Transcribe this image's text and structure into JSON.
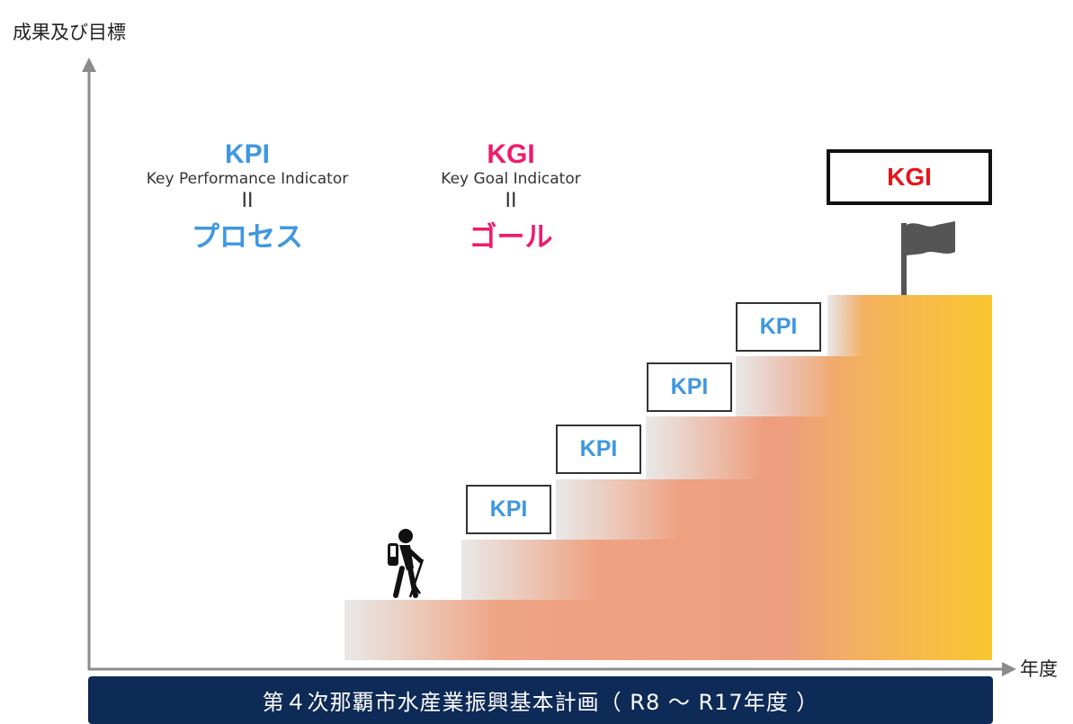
{
  "axes": {
    "y_label": "成果及び目標",
    "x_label": "年度"
  },
  "kpi_legend": {
    "title": "KPI",
    "subtitle": "Key Performance Indicator",
    "equals": "II",
    "meaning": "プロセス"
  },
  "kgi_legend": {
    "title": "KGI",
    "subtitle": "Key Goal Indicator",
    "equals": "II",
    "meaning": "ゴール"
  },
  "steps": [
    {
      "label": "KPI"
    },
    {
      "label": "KPI"
    },
    {
      "label": "KPI"
    },
    {
      "label": "KPI"
    }
  ],
  "goal": {
    "label": "KGI"
  },
  "icons": [
    "hiker-icon",
    "flag-icon"
  ],
  "banner": {
    "text": "第４次那覇市水産業振興基本計画（ R8 ～ R17年度 ）"
  },
  "colors": {
    "kpi_blue": "#3f97e0",
    "kgi_pink": "#ee1b6e",
    "kgi_red": "#e8141b",
    "banner_navy": "#0e2a57",
    "stair_salmon": "#f0a787",
    "stair_gold": "#f9c62f"
  }
}
